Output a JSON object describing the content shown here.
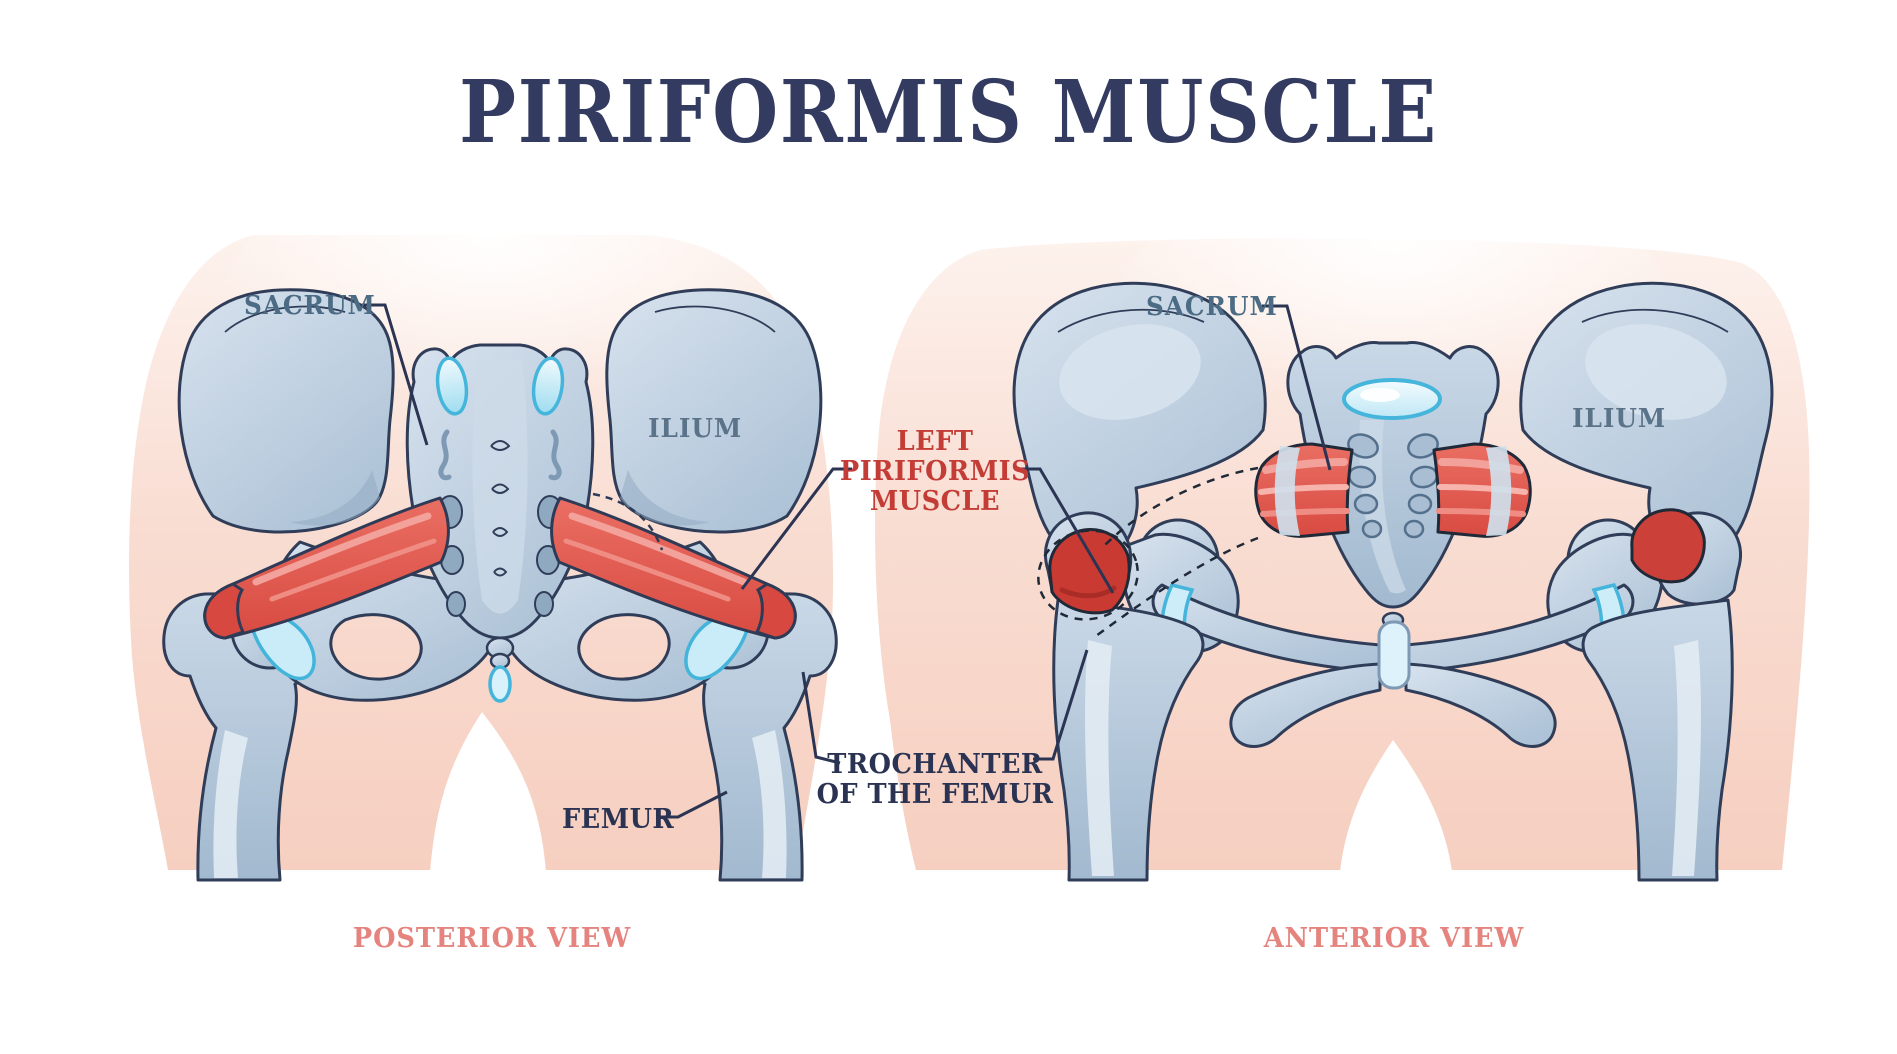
{
  "title": "PIRIFORMIS MUSCLE",
  "posterior": {
    "caption": "POSTERIOR VIEW",
    "sacrum_label": "SACRUM",
    "ilium_label": "ILIUM",
    "femur_label": "FEMUR"
  },
  "anterior": {
    "caption": "ANTERIOR VIEW",
    "sacrum_label": "SACRUM",
    "ilium_label": "ILIUM"
  },
  "annotations": {
    "piriformis_line1": "LEFT",
    "piriformis_line2": "PIRIFORMIS",
    "piriformis_line3": "MUSCLE",
    "trochanter_line1": "TROCHANTER",
    "trochanter_line2": "OF THE FEMUR"
  },
  "colors": {
    "title_text": "#333b60",
    "bone_side_label": "#4c6b84",
    "dark_label": "#2b3352",
    "muscle_label": "#c43c36",
    "view_caption": "#e5847e",
    "muscle_red": "#e25a50",
    "muscle_dark_red": "#c93a33",
    "bone_blue": "#bccfe0",
    "bone_outline": "#303d59",
    "cartilage_blue": "#45b5dc",
    "background_pink": "#f6cfc0",
    "leader_line": "#2b3453"
  }
}
